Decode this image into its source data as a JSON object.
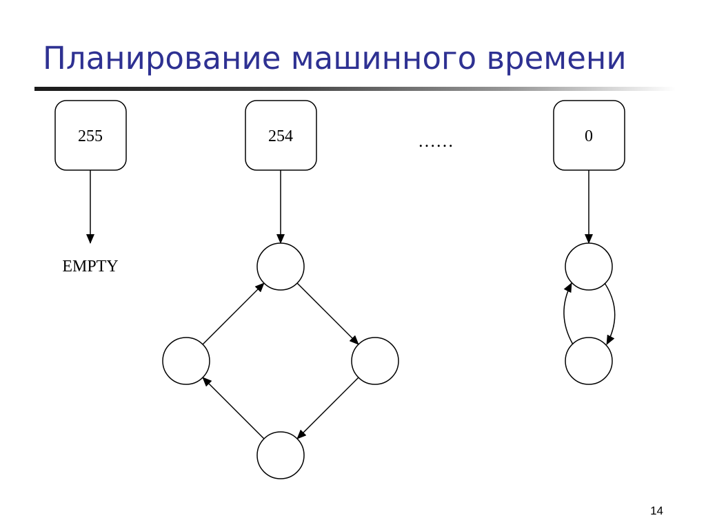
{
  "slide": {
    "title": "Планирование машинного времени",
    "page_number": "14"
  },
  "diagram": {
    "queues": [
      {
        "label": "255",
        "contents": "EMPTY"
      },
      {
        "label": "254",
        "contents": "ring-of-4"
      },
      {
        "label": "0",
        "contents": "ring-of-2"
      }
    ],
    "ellipsis": "……"
  },
  "colors": {
    "title": "#2e3192",
    "stroke": "#000000"
  }
}
